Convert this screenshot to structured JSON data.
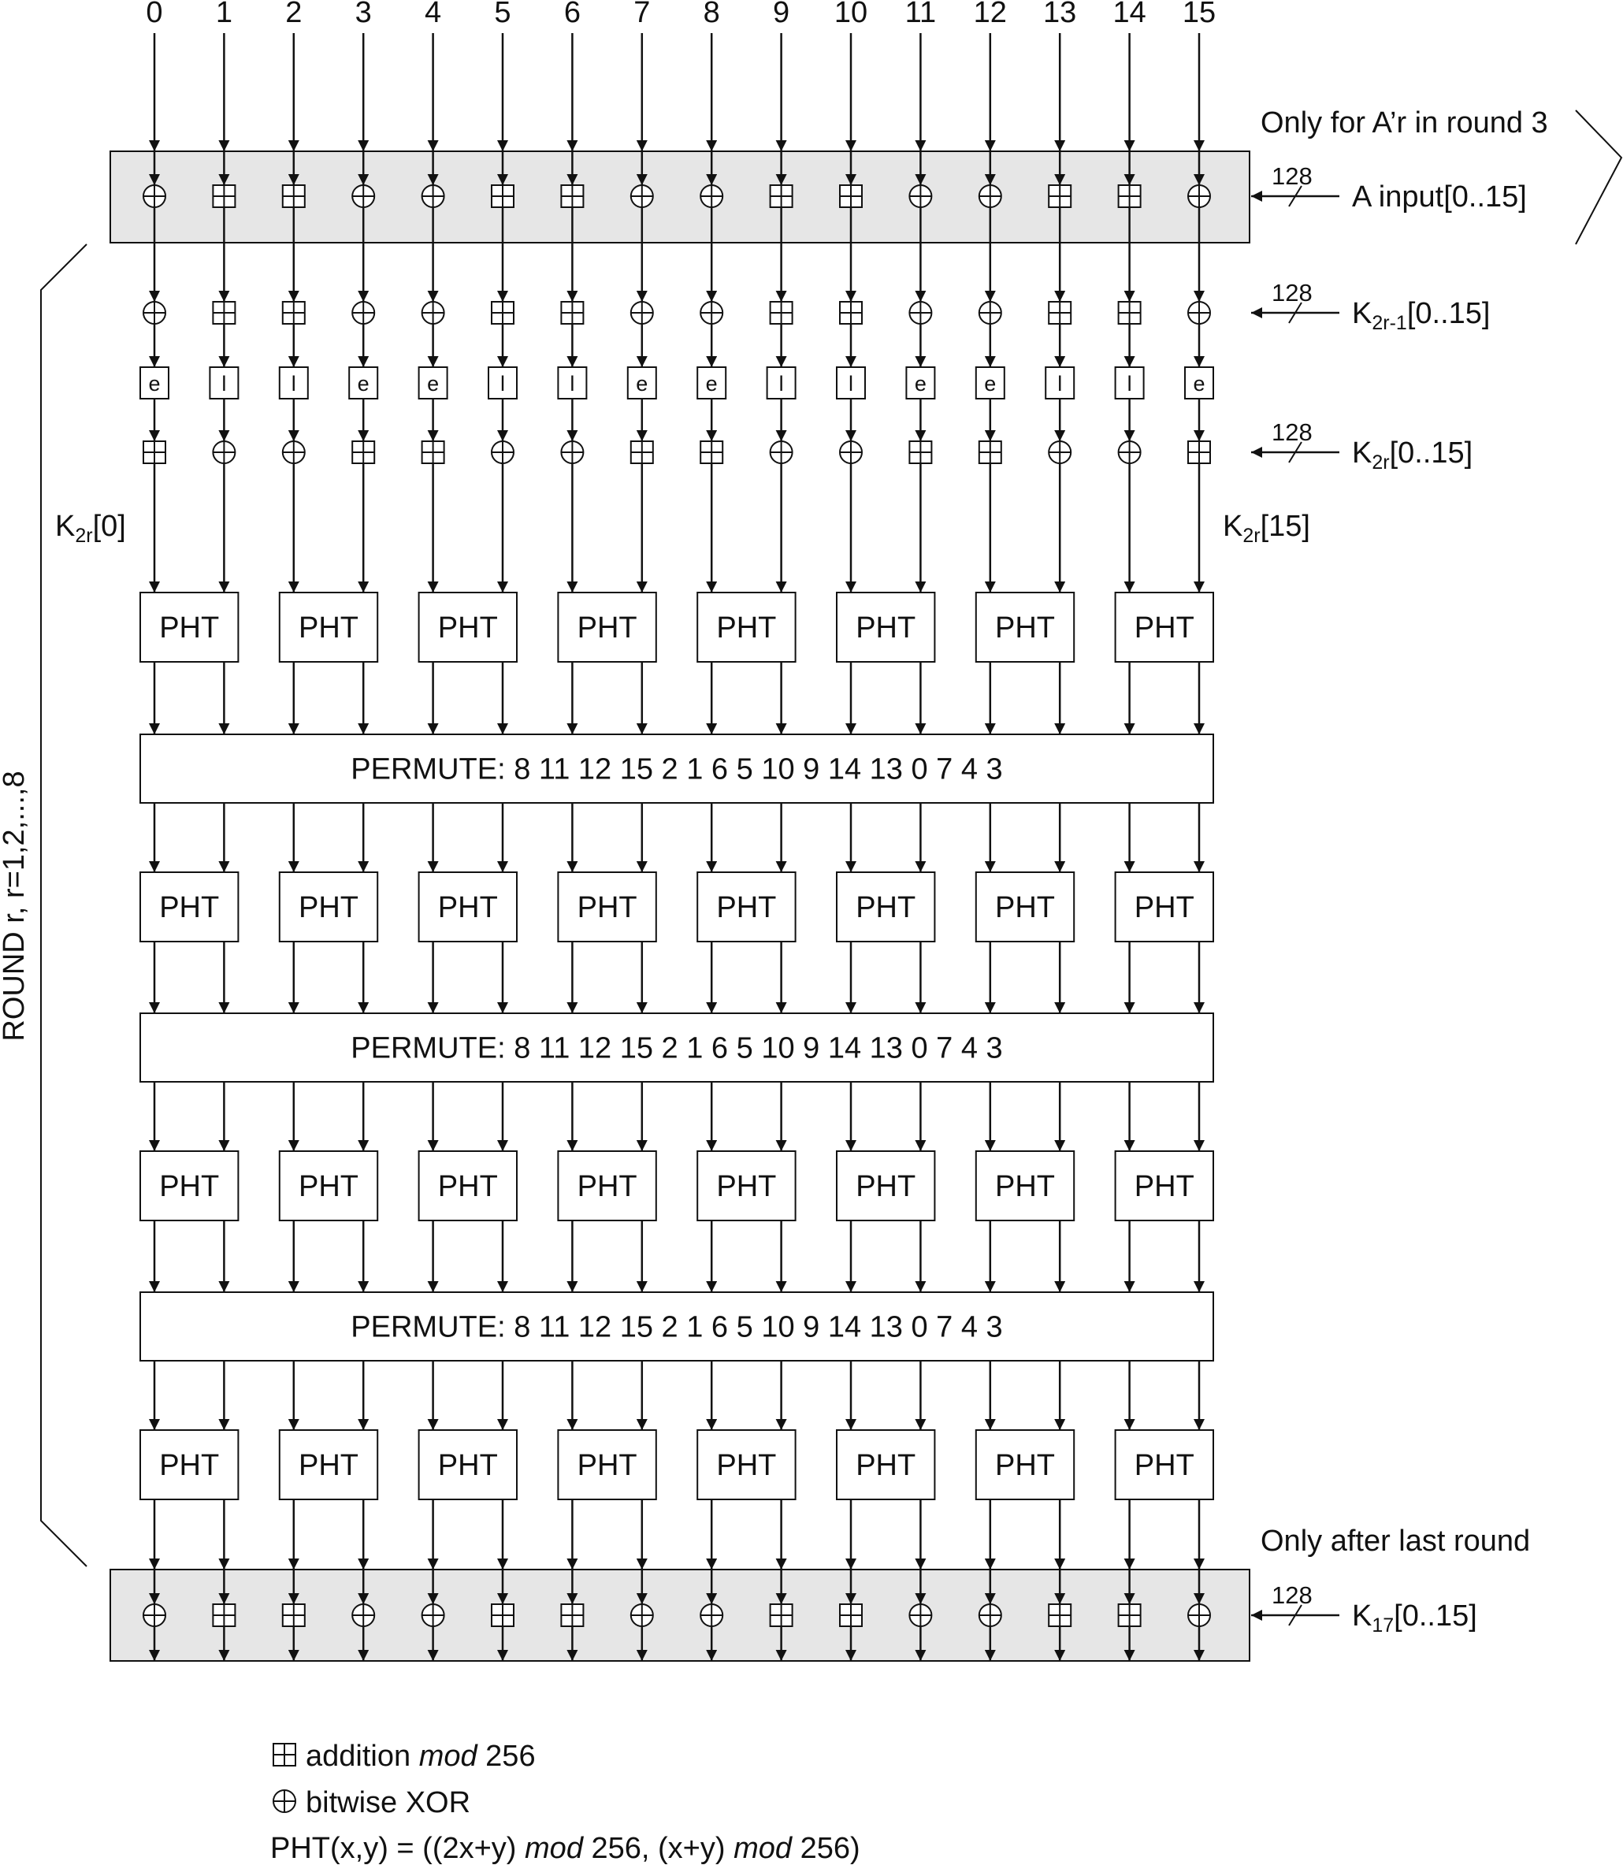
{
  "columns": [
    "0",
    "1",
    "2",
    "3",
    "4",
    "5",
    "6",
    "7",
    "8",
    "9",
    "10",
    "11",
    "12",
    "13",
    "14",
    "15"
  ],
  "input_stage": {
    "ops": [
      "xor",
      "add",
      "add",
      "xor",
      "xor",
      "add",
      "add",
      "xor",
      "xor",
      "add",
      "add",
      "xor",
      "xor",
      "add",
      "add",
      "xor"
    ],
    "bus_width": "128",
    "label": "A input[0..15]",
    "note": "Only for A’r in round 3"
  },
  "key1_stage": {
    "ops": [
      "xor",
      "add",
      "add",
      "xor",
      "xor",
      "add",
      "add",
      "xor",
      "xor",
      "add",
      "add",
      "xor",
      "xor",
      "add",
      "add",
      "xor"
    ],
    "bus_width": "128",
    "label_base": "K",
    "label_sub": "2r-1",
    "label_rest": "[0..15]"
  },
  "sbox_stage": {
    "ops": [
      "e",
      "l",
      "l",
      "e",
      "e",
      "l",
      "l",
      "e",
      "e",
      "l",
      "l",
      "e",
      "e",
      "l",
      "l",
      "e"
    ]
  },
  "key2_stage": {
    "ops": [
      "add",
      "xor",
      "xor",
      "add",
      "add",
      "xor",
      "xor",
      "add",
      "add",
      "xor",
      "xor",
      "add",
      "add",
      "xor",
      "xor",
      "add"
    ],
    "bus_width": "128",
    "label_base": "K",
    "label_sub": "2r",
    "label_rest": "[0..15]"
  },
  "side_keys": {
    "left": {
      "base": "K",
      "sub": "2r",
      "rest": "[0]"
    },
    "right": {
      "base": "K",
      "sub": "2r",
      "rest": "[15]"
    }
  },
  "pht_label": "PHT",
  "pht_layers": 4,
  "permute_label": "PERMUTE: 8 11 12 15 2 1 6 5 10 9 14 13 0 7 4 3",
  "round_label": "ROUND r, r=1,2,...,8",
  "final_stage": {
    "ops": [
      "xor",
      "add",
      "add",
      "xor",
      "xor",
      "add",
      "add",
      "xor",
      "xor",
      "add",
      "add",
      "xor",
      "xor",
      "add",
      "add",
      "xor"
    ],
    "note": "Only after last round",
    "bus_width": "128",
    "label_base": "K",
    "label_sub": "17",
    "label_rest": "[0..15]"
  },
  "legend": {
    "add": "addition",
    "add_mod": "mod",
    "add_rest": "256",
    "xor": "bitwise XOR",
    "pht_pre1": "PHT(x,y) = ((2x+y) ",
    "pht_mod1": "mod",
    "pht_mid": " 256, (x+y) ",
    "pht_mod2": "mod",
    "pht_post": " 256)"
  },
  "colors": {
    "line": "#111111",
    "panel_fill": "#e6e6e6",
    "box_fill": "#ffffff"
  }
}
